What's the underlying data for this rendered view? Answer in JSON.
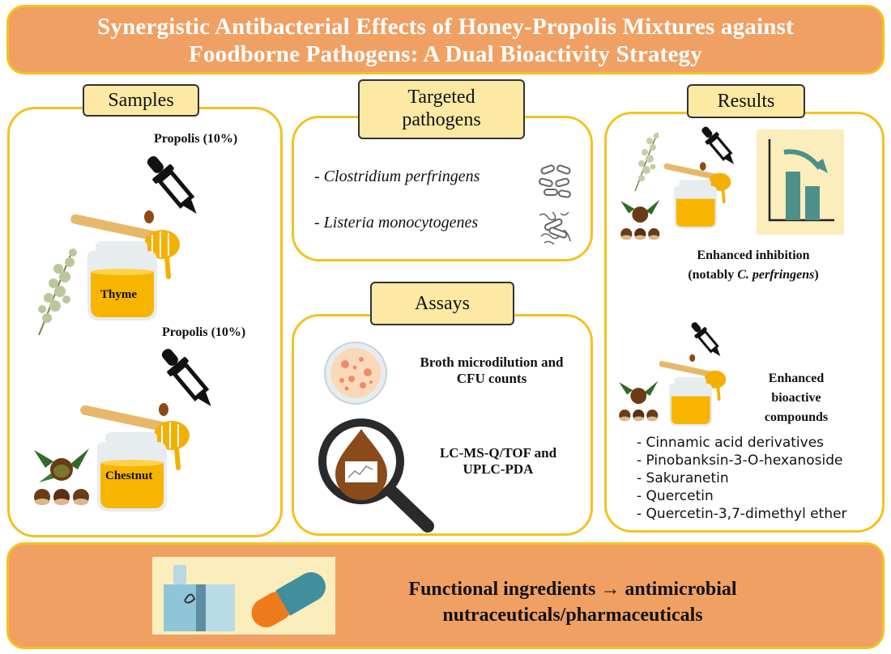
{
  "title": {
    "line1": "Synergistic Antibacterial Effects of Honey-Propolis Mixtures against",
    "line2": "Foodborne Pathogens: A Dual Bioactivity Strategy"
  },
  "samples": {
    "heading": "Samples",
    "propolis_label_1": "Propolis (10%)",
    "honey_1": "Thyme",
    "propolis_label_2": "Propolis (10%)",
    "honey_2": "Chestnut"
  },
  "pathogens": {
    "heading_line1": "Targeted",
    "heading_line2": "pathogens",
    "items": [
      {
        "dash": "- ",
        "name": "Clostridium perfringens"
      },
      {
        "dash": "- ",
        "name": "Listeria monocytogenes"
      }
    ]
  },
  "assays": {
    "heading": "Assays",
    "assay1_line1": "Broth microdilution and",
    "assay1_line2": "CFU counts",
    "assay2_line1": "LC-MS-Q/TOF and",
    "assay2_line2": "UPLC-PDA"
  },
  "results": {
    "heading": "Results",
    "inhibition_line1": "Enhanced inhibition",
    "inhibition_line2_pre": "(notably ",
    "inhibition_line2_ital": "C. perfringens",
    "inhibition_line2_post": ")",
    "bioactive_line1": "Enhanced",
    "bioactive_line2": "bioactive",
    "bioactive_line3": "compounds",
    "compounds": [
      "- Cinnamic acid derivatives",
      "- Pinobanksin-3-O-hexanoside",
      "- Sakuranetin",
      "- Quercetin",
      "- Quercetin-3,7-dimethyl ether"
    ]
  },
  "footer": {
    "line1": "Functional ingredients → antimicrobial",
    "line2": "nutraceuticals/pharmaceuticals"
  },
  "colors": {
    "banner": "#f0a063",
    "border": "#f4c21f",
    "tag_fill": "#fde9a3",
    "honey": "#f7b500",
    "chart_bg": "#fbeebc",
    "bar": "#4f8f89"
  }
}
